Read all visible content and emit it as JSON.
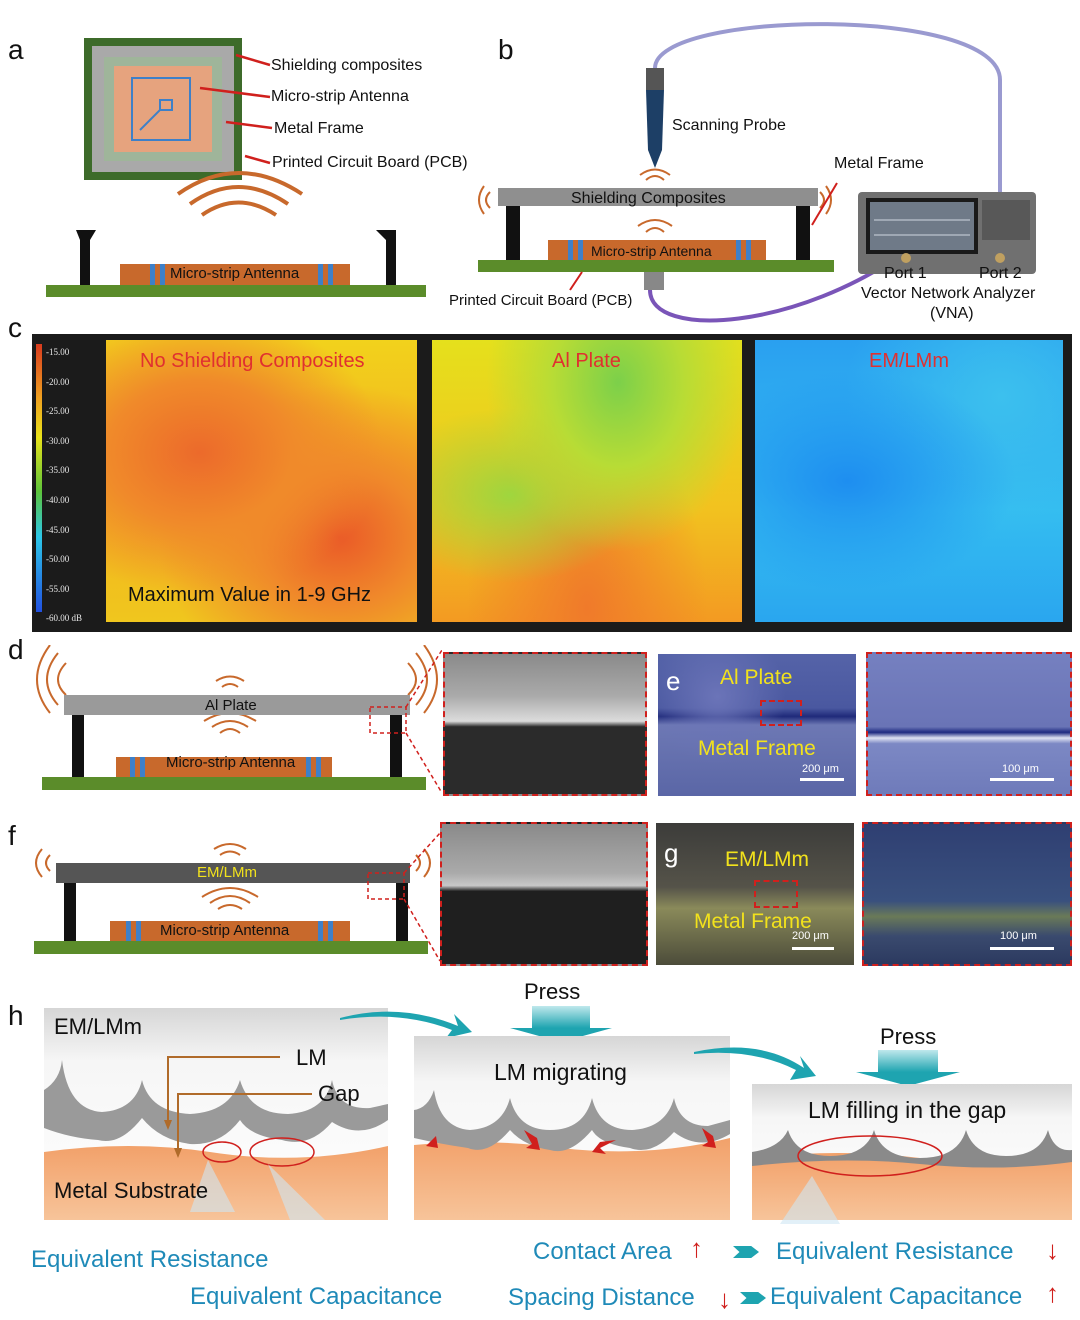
{
  "panels": {
    "a": "a",
    "b": "b",
    "c": "c",
    "d": "d",
    "e": "e",
    "f": "f",
    "g": "g",
    "h": "h"
  },
  "a": {
    "callouts": [
      "Shielding composites",
      "Micro-strip Antenna",
      "Metal Frame",
      "Printed Circuit Board (PCB)"
    ],
    "antenna_label": "Micro-strip Antenna"
  },
  "b": {
    "probe": "Scanning Probe",
    "composite": "Shielding Composites",
    "antenna": "Micro-strip Antenna",
    "metal_frame": "Metal Frame",
    "pcb": "Printed Circuit Board (PCB)",
    "port1": "Port 1",
    "port2": "Port 2",
    "vna1": "Vector Network Analyzer",
    "vna2": "(VNA)"
  },
  "c": {
    "colorbar_ticks": [
      "-15.00",
      "-20.00",
      "-25.00",
      "-30.00",
      "-35.00",
      "-40.00",
      "-45.00",
      "-50.00",
      "-55.00",
      "-60.00 dB"
    ],
    "maps": [
      "No Shielding Composites",
      "Al Plate",
      "EM/LMm"
    ],
    "note": "Maximum Value in 1-9 GHz",
    "colors": {
      "hot": "#e8552a",
      "warm": "#f3a21f",
      "yellow": "#f2e21c",
      "green": "#7cd04a",
      "cyan": "#29c5ee",
      "blue": "#1d8ef0"
    }
  },
  "d": {
    "plate": "Al Plate",
    "antenna": "Micro-strip Antenna"
  },
  "e": {
    "top": "Al Plate",
    "bottom": "Metal Frame",
    "scale1": "200 μm",
    "scale2": "100 μm"
  },
  "f": {
    "plate": "EM/LMm",
    "antenna": "Micro-strip Antenna"
  },
  "g": {
    "top": "EM/LMm",
    "bottom": "Metal Frame",
    "scale1": "200 μm",
    "scale2": "100 μm"
  },
  "h": {
    "s1_top": "EM/LMm",
    "s1_lm": "LM",
    "s1_gap": "Gap",
    "s1_sub": "Metal Substrate",
    "press1": "Press",
    "s2": "LM migrating",
    "press2": "Press",
    "s3": "LM filling in the gap",
    "eq_res": "Equivalent Resistance",
    "eq_cap": "Equivalent Capacitance",
    "contact": "Contact Area",
    "eq_res2": "Equivalent Resistance",
    "spacing": "Spacing Distance",
    "eq_cap2": "Equivalent Capacitance",
    "up": "↑",
    "down": "↓"
  }
}
